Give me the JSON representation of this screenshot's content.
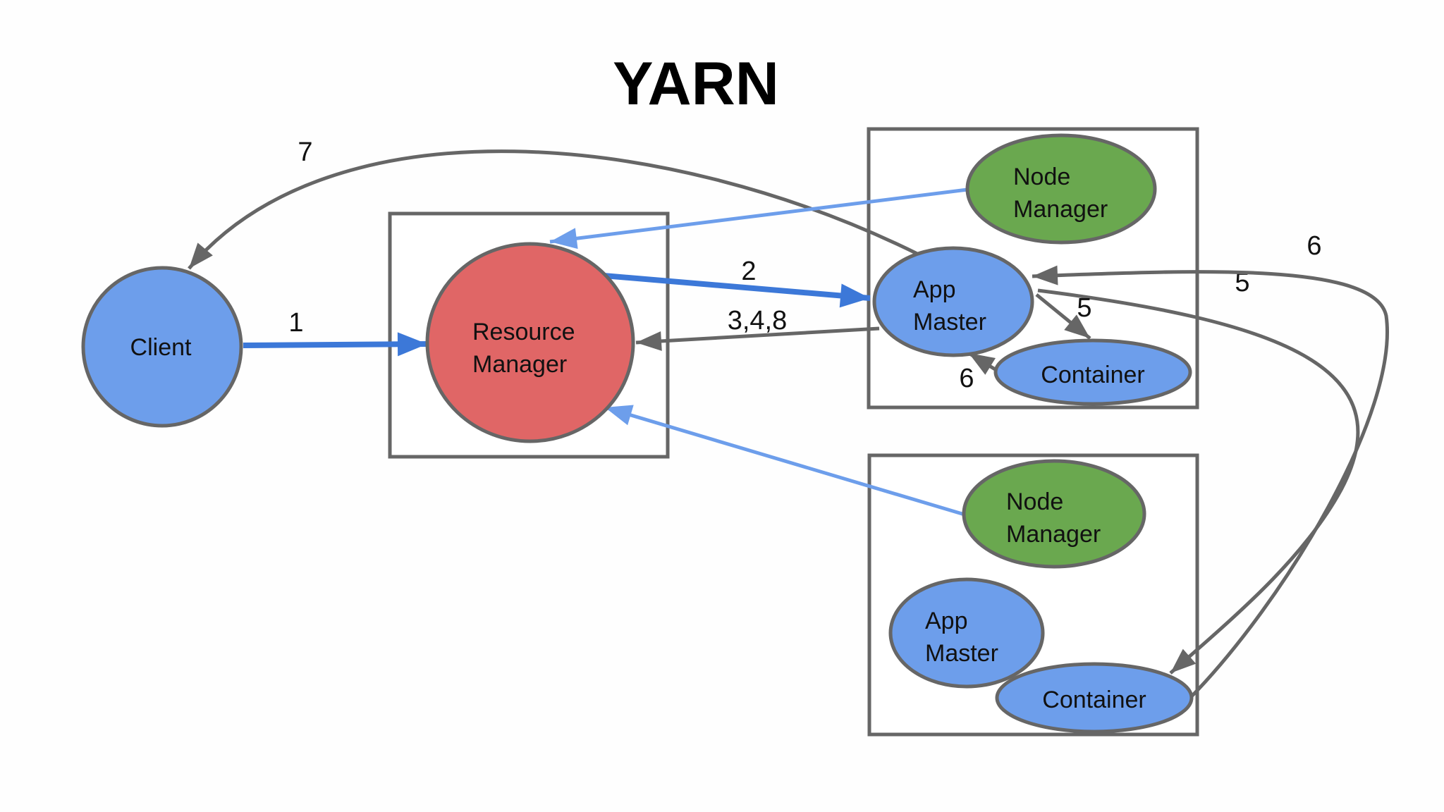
{
  "title": "YARN",
  "colors": {
    "node_blue": "#6d9eeb",
    "node_green": "#6aa84f",
    "node_red": "#e06666",
    "arrow_blue": "#3c78d8",
    "arrow_light_blue": "#6d9eeb",
    "arrow_gray": "#666666",
    "border_gray": "#666666"
  },
  "client": {
    "label": "Client"
  },
  "clusters": {
    "resource_manager_box": {
      "resource_manager": {
        "line1": "Resource",
        "line2": "Manager"
      }
    },
    "worker_node_1": {
      "node_manager": {
        "line1": "Node",
        "line2": "Manager"
      },
      "app_master": {
        "line1": "App",
        "line2": "Master"
      },
      "container": {
        "label": "Container"
      }
    },
    "worker_node_2": {
      "node_manager": {
        "line1": "Node",
        "line2": "Manager"
      },
      "app_master": {
        "line1": "App",
        "line2": "Master"
      },
      "container": {
        "label": "Container"
      }
    }
  },
  "edges": [
    {
      "from": "Client",
      "to": "Resource Manager",
      "label": "1",
      "style": "blue"
    },
    {
      "from": "Resource Manager",
      "to": "App Master (worker node 1)",
      "label": "2",
      "style": "blue"
    },
    {
      "from": "App Master (worker node 1)",
      "to": "Resource Manager",
      "label": "3,4,8",
      "style": "gray"
    },
    {
      "from": "App Master (worker node 1)",
      "to": "Client",
      "label": "7",
      "style": "gray"
    },
    {
      "from": "Node Manager (worker node 1)",
      "to": "Resource Manager",
      "label": "",
      "style": "light-blue"
    },
    {
      "from": "Node Manager (worker node 2)",
      "to": "Resource Manager",
      "label": "",
      "style": "light-blue"
    },
    {
      "from": "App Master (worker node 1)",
      "to": "Container (worker node 1)",
      "label": "5",
      "style": "gray"
    },
    {
      "from": "Container (worker node 1)",
      "to": "App Master (worker node 1)",
      "label": "6",
      "style": "gray"
    },
    {
      "from": "App Master (worker node 1)",
      "to": "Container (worker node 2)",
      "label": "5",
      "style": "gray"
    },
    {
      "from": "Container (worker node 2)",
      "to": "App Master (worker node 1)",
      "label": "6",
      "style": "gray"
    }
  ]
}
